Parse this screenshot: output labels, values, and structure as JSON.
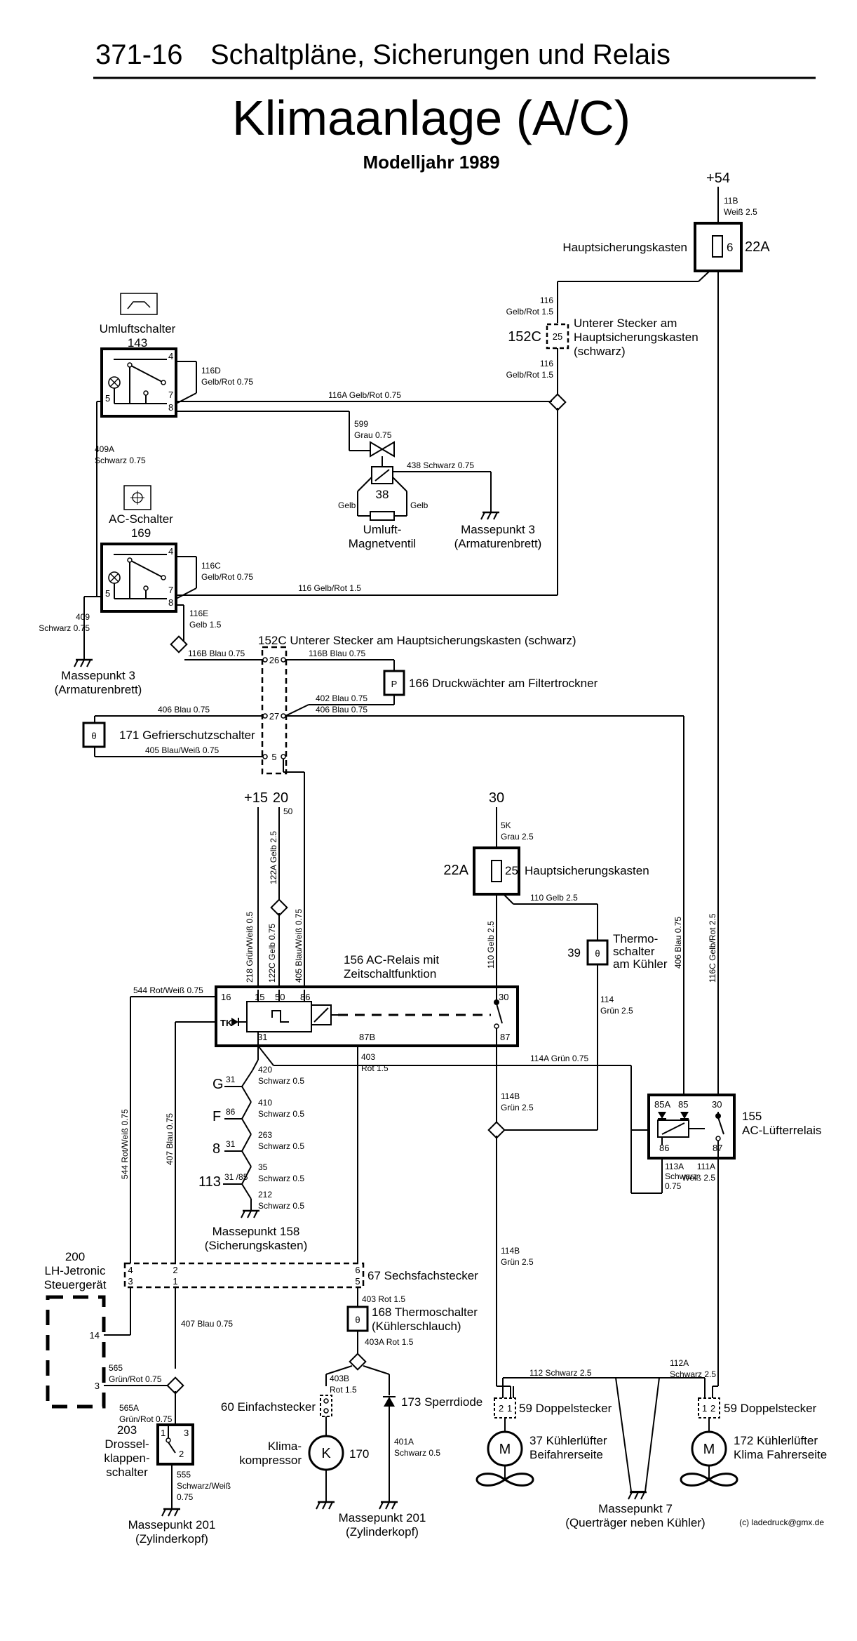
{
  "header": {
    "page_number": "371-16",
    "section": "Schaltpläne, Sicherungen und Relais",
    "title": "Klimaanlage (A/C)",
    "subtitle": "Modelljahr 1989"
  },
  "terminals": {
    "plus54": "+54",
    "plus15": "+15",
    "t20": "20",
    "t30": "30",
    "t50": "50"
  },
  "fuse_box_top": {
    "label": "Hauptsicherungskasten",
    "fuse": "6",
    "rating": "22A",
    "wire_in": "11B",
    "wire_in_color": "Weiß 2.5"
  },
  "connector_152c_small": {
    "id": "152C",
    "pin": "25",
    "label_1": "Unterer Stecker am",
    "label_2": "Hauptsicherungskasten",
    "label_3": "(schwarz)",
    "wire_top": "116",
    "wire_top_color": "Gelb/Rot 1.5",
    "wire_bottom": "116",
    "wire_bottom_color": "Gelb/Rot 1.5"
  },
  "umluft_switch": {
    "name": "Umluftschalter",
    "number": "143",
    "pin4": "4",
    "pin5": "5",
    "pin7": "7",
    "pin8": "8",
    "wire_a": "116D",
    "wire_a_color": "Gelb/Rot 0.75",
    "wire_b": "116A Gelb/Rot 0.75"
  },
  "ac_switch": {
    "name": "AC-Schalter",
    "number": "169",
    "pin4": "4",
    "pin5": "5",
    "pin7": "7",
    "pin8": "8",
    "wire_a": "116C",
    "wire_a_color": "Gelb/Rot 0.75",
    "wire_b": "116 Gelb/Rot 1.5",
    "wire_e": "116E",
    "wire_e_color": "Gelb 1.5"
  },
  "ground_wire_409a": {
    "label": "409A",
    "color": "Schwarz 0.75"
  },
  "ground_wire_409": {
    "label": "409",
    "color": "Schwarz 0.75"
  },
  "ground_3_left": {
    "label": "Massepunkt 3",
    "sub": "(Armaturenbrett)"
  },
  "ground_3_mid": {
    "label": "Massepunkt 3",
    "sub": "(Armaturenbrett)"
  },
  "valve": {
    "number": "38",
    "name_1": "Umluft-",
    "name_2": "Magnetventil",
    "wire_599": "599",
    "wire_599_color": "Grau 0.75",
    "wire_438": "438 Schwarz 0.75",
    "left": "Gelb",
    "right": "Gelb"
  },
  "connector_152c_big": {
    "label": "152C Unterer Stecker am Hauptsicherungskasten (schwarz)",
    "pin26": "26",
    "pin27": "27",
    "pin5": "5",
    "w116b_left": "116B Blau 0.75",
    "w116b_right": "116B Blau 0.75",
    "w406_left": "406 Blau 0.75",
    "w402": "402 Blau 0.75",
    "w406_right": "406 Blau 0.75",
    "w405": "405 Blau/Weiß 0.75"
  },
  "pressure_switch": {
    "symbol": "P",
    "label": "166 Druckwächter am Filtertrockner"
  },
  "frost_switch": {
    "symbol": "θ",
    "label": "171 Gefrierschutzschalter"
  },
  "fuse_box_mid": {
    "rating": "22A",
    "fuse": "25",
    "label": "Hauptsicherungskasten",
    "wire_in": "5K",
    "wire_in_color": "Grau 2.5",
    "wire_110": "110 Gelb 2.5",
    "wire_110_vert": "110 Gelb 2.5"
  },
  "thermo_switch_39": {
    "number": "39",
    "symbol": "θ",
    "label_1": "Thermo-",
    "label_2": "schalter",
    "label_3": "am Kühler",
    "wire": "114",
    "wire_color": "Grün 2.5"
  },
  "ac_relay": {
    "label_1": "156 AC-Relais mit",
    "label_2": "Zeitschaltfunktion",
    "pin16": "16",
    "pin15": "15",
    "pin50": "50",
    "pin86": "86",
    "pin30": "30",
    "pintk": "TK",
    "pin31": "31",
    "pin87b": "87B",
    "pin87": "87"
  },
  "vertical_wires": {
    "w218": "218 Grün/Weiß 0.5",
    "w122c": "122C Gelb 0.75",
    "w405": "405 Blau/Weiß 0.75",
    "w122a": "122A Gelb 2.5",
    "w544": "544 Rot/Weiß 0.75",
    "w544_vert": "544 Rot/Weiß 0.75",
    "w407": "407 Blau 0.75",
    "w406_vert": "406 Blau 0.75",
    "w116c_vert": "116C Gelb/Rot 2.5",
    "w110_vert": "110 Gelb 2.5"
  },
  "relay_wires": {
    "w403": "403",
    "w403_color": "Rot 1.5",
    "w114a": "114A Grün 0.75",
    "w114b": "114B",
    "w114b_color": "Grün 2.5",
    "w114b_low": "114B",
    "w114b_low_color": "Grün 2.5"
  },
  "ground_ladder": {
    "items": [
      {
        "letter": "G",
        "pin": "31",
        "wire": "420",
        "color": "Schwarz 0.5"
      },
      {
        "letter": "F",
        "pin": "86",
        "wire": "410",
        "color": "Schwarz 0.5"
      },
      {
        "letter": "8",
        "pin": "31",
        "wire": "263",
        "color": "Schwarz 0.5"
      },
      {
        "letter": "113",
        "pin": "31 /85",
        "wire": "35",
        "color": "Schwarz 0.5"
      }
    ],
    "last_wire": "212",
    "last_color": "Schwarz 0.5",
    "ground_label": "Massepunkt 158",
    "ground_sub": "(Sicherungskasten)"
  },
  "fan_relay": {
    "number": "155",
    "label": "AC-Lüfterrelais",
    "pin85a": "85A",
    "pin85": "85",
    "pin30": "30",
    "pin86": "86",
    "pin87": "87",
    "w113a": "113A",
    "w113a_color_1": "Schwarz",
    "w113a_color_2": "0.75",
    "w111a": "111A",
    "w111a_color": "Weiß 2.5"
  },
  "lh_jetronic": {
    "number": "200",
    "label": "LH-Jetronic",
    "label_2": "Steuergerät",
    "pin14": "14",
    "pin3": "3"
  },
  "six_connector": {
    "label": "67 Sechsfachstecker",
    "pins": [
      "4",
      "3",
      "2",
      "1",
      "6",
      "5"
    ]
  },
  "thermo_168": {
    "symbol": "θ",
    "label_1": "168 Thermoschalter",
    "label_2": "(Kühlerschlauch)",
    "wire": "403 Rot 1.5",
    "wire_a": "403A Rot 1.5"
  },
  "wire_565": {
    "label": "565",
    "color": "Grün/Rot 0.75"
  },
  "wire_565a": {
    "label": "565A",
    "color": "Grün/Rot 0.75"
  },
  "wire_407_low": "407 Blau 0.75",
  "throttle": {
    "number": "203",
    "label_1": "Drossel-",
    "label_2": "klappen-",
    "label_3": "schalter",
    "pin1": "1",
    "pin2": "2",
    "pin3": "3",
    "wire": "555",
    "wire_color_1": "Schwarz/Weiß",
    "wire_color_2": "0.75",
    "ground": "Massepunkt 201",
    "ground_sub": "(Zylinderkopf)"
  },
  "compressor": {
    "connector": "60 Einfachstecker",
    "wire": "403B",
    "wire_color": "Rot 1.5",
    "label_1": "Klima-",
    "label_2": "kompressor",
    "symbol": "K",
    "number": "170",
    "diode": "173 Sperrdiode",
    "w401a": "401A",
    "w401a_color": "Schwarz 0.5",
    "ground": "Massepunkt 201",
    "ground_sub": "(Zylinderkopf)"
  },
  "fan_right_passenger": {
    "connector": "59 Doppelstecker",
    "pin2": "2",
    "pin1": "1",
    "symbol": "M",
    "label_1": "37 Kühlerlüfter",
    "label_2": "Beifahrerseite",
    "wire": "112 Schwarz 2.5"
  },
  "fan_driver": {
    "connector": "59 Doppelstecker",
    "pin1": "1",
    "pin2": "2",
    "symbol": "M",
    "label_1": "172 Kühlerlüfter",
    "label_2": "Klima Fahrerseite",
    "wire": "112A",
    "wire_color": "Schwarz 2.5"
  },
  "ground_7": {
    "label": "Massepunkt 7",
    "sub": "(Querträger neben Kühler)"
  },
  "copyright": "(c) ladedruck@gmx.de"
}
